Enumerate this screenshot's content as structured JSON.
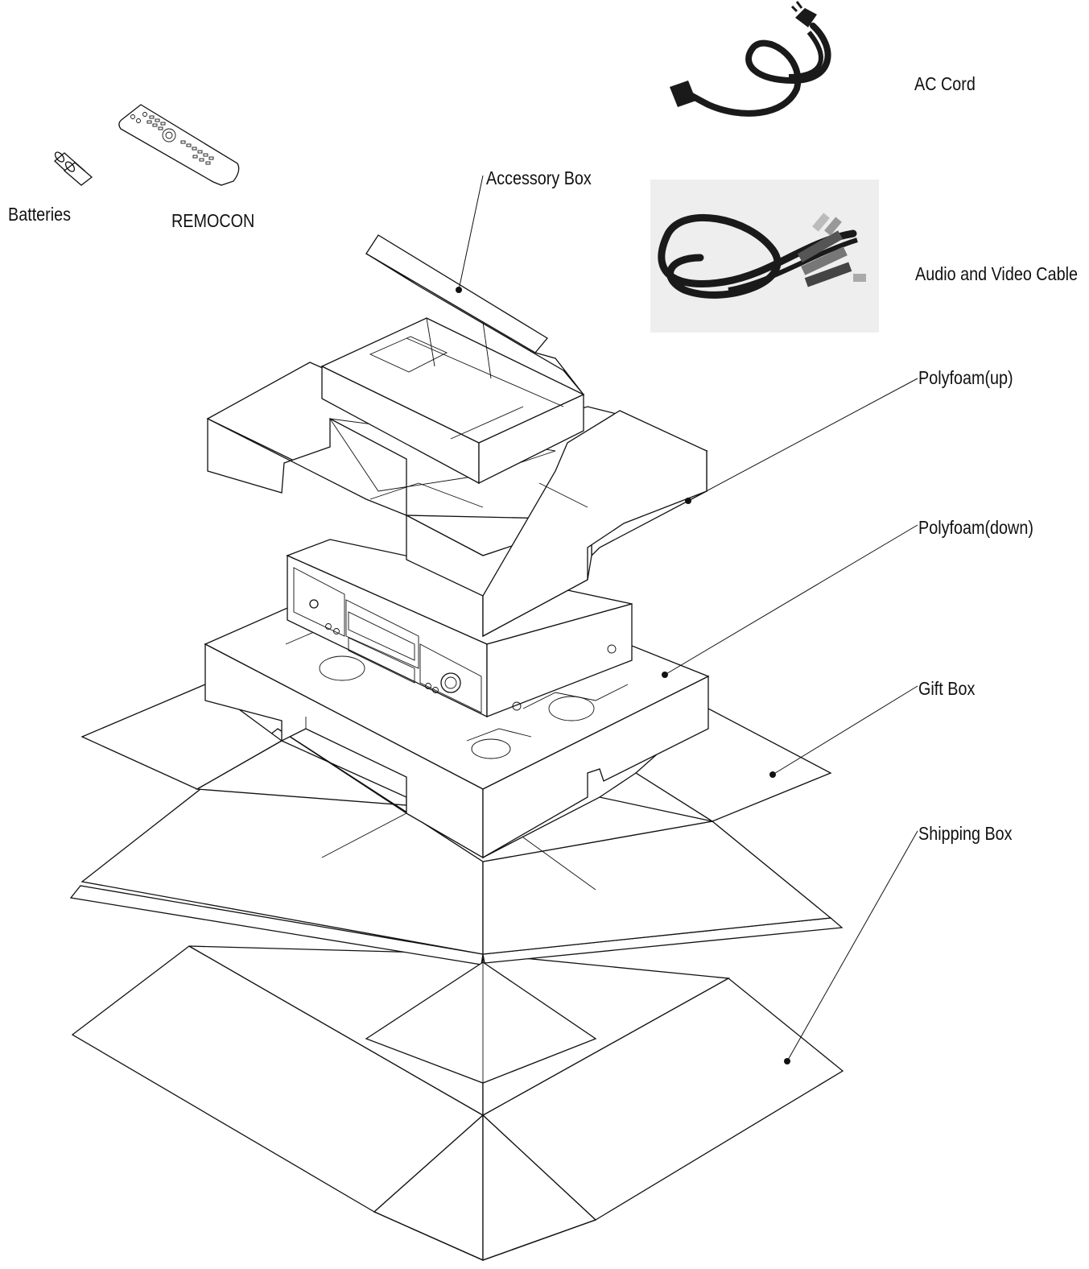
{
  "colors": {
    "line": "#111111",
    "background": "#ffffff",
    "photo_bg": "#eeeeee",
    "cable": "#1a1a1a"
  },
  "labels": {
    "ac_cord": "AC Cord",
    "accessory_box": "Accessory Box",
    "av_cable": "Audio and Video Cable",
    "batteries": "Batteries",
    "remocon": "REMOCON",
    "polyfoam_up": "Polyfoam(up)",
    "polyfoam_down": "Polyfoam(down)",
    "gift_box": "Gift Box",
    "shipping_box": "Shipping Box"
  },
  "icons": [
    "ac-cord-photo",
    "av-cable-photo",
    "remote-control-icon",
    "batteries-icon"
  ]
}
